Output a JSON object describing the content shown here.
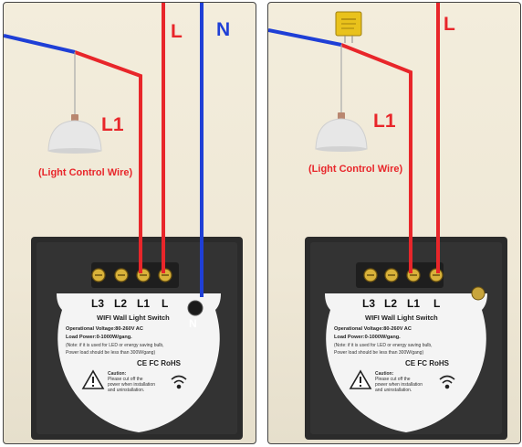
{
  "left": {
    "wires": {
      "live": "L",
      "neutral": "N",
      "load": "L1"
    },
    "wire_caption": "(Light Control Wire)",
    "terminals": [
      "L3",
      "L2",
      "L1",
      "L"
    ],
    "neutral_terminal": "N",
    "sticker": {
      "title": "WIFI Wall Light Switch",
      "voltage": "Operational Voltage:80-260V AC",
      "power": "Load Power:0-1000W/gang.",
      "note1": "(Note: if it is used for LED or energy saving bulb,",
      "note2": "Power load should be less than 300W/gang)",
      "marks": "CE FC RoHS",
      "caution_title": "Caution:",
      "caution1": "Please cut off the",
      "caution2": "power when installation",
      "caution3": "and uninstallation."
    }
  },
  "right": {
    "wires": {
      "live": "L",
      "load": "L1"
    },
    "wire_caption": "(Light Control Wire)",
    "terminals": [
      "L3",
      "L2",
      "L1",
      "L"
    ],
    "sticker": {
      "title": "WIFI Wall Light Switch",
      "voltage": "Operational Voltage:80-260V AC",
      "power": "Load Power:0-1000W/gang.",
      "note1": "(Note: if it is used for LED or energy saving bulb,",
      "note2": "Power load should be less than 300W/gang)",
      "marks": "CE FC RoHS",
      "caution_title": "Caution:",
      "caution1": "Please cut off the",
      "caution2": "power when installation",
      "caution3": "and uninstallation."
    }
  },
  "colors": {
    "live": "#e8262a",
    "neutral": "#1f3fd6",
    "wall": "#efe8d6",
    "switch_body": "#2a2a2a",
    "sticker": "#f4f4f4",
    "capacitor": "#e9c21c"
  },
  "icons": [
    "pendant-lamp-icon",
    "warning-icon",
    "wifi-icon",
    "capacitor-icon"
  ]
}
